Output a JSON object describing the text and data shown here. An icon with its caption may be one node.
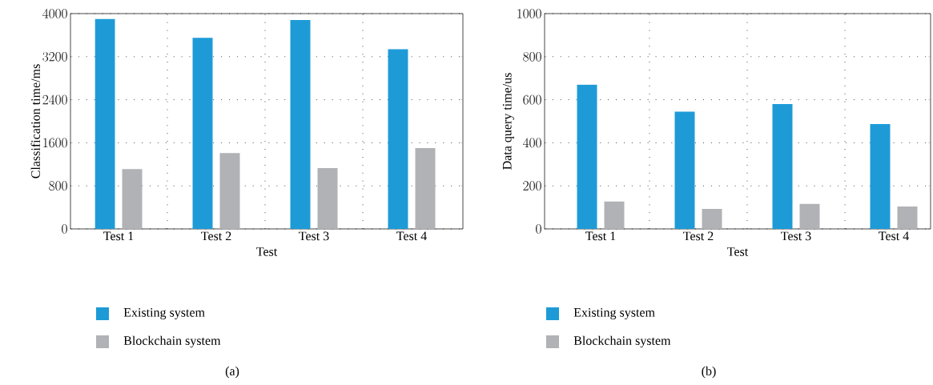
{
  "diagram": {
    "labels": [
      "(a)",
      "(b)"
    ],
    "legend": [
      {
        "text": "Existing system",
        "color": "#1e9bd7"
      },
      {
        "text": "Blockchain system",
        "color": "#b1b2b6"
      },
      {
        "text": "Existing system",
        "color": "#1e9bd7"
      },
      {
        "text": "Blockchain system",
        "color": "#b1b2b6"
      }
    ],
    "chart_data": [
      {
        "type": "bar",
        "xlabel": "Test",
        "ylabel": "Classification time/ms",
        "categories": [
          "Test 1",
          "Test 2",
          "Test 3",
          "Test 4"
        ],
        "series": [
          {
            "color": "#1e9bd7",
            "values": [
              3900,
              3550,
              3880,
              3340
            ]
          },
          {
            "color": "#b1b2b6",
            "values": [
              1110,
              1410,
              1130,
              1500
            ]
          }
        ],
        "ylim": [
          0,
          4000
        ],
        "yticks": [
          0,
          800,
          1600,
          2400,
          3200,
          4000
        ],
        "grid": true
      },
      {
        "type": "bar",
        "xlabel": "Test",
        "ylabel": "Data query time/us",
        "categories": [
          "Test 1",
          "Test 2",
          "Test 3",
          "Test 4"
        ],
        "series": [
          {
            "color": "#1e9bd7",
            "values": [
              670,
              545,
              580,
              487
            ]
          },
          {
            "color": "#b1b2b6",
            "values": [
              127,
              93,
              116,
              104
            ]
          }
        ],
        "ylim": [
          0,
          1000
        ],
        "yticks": [
          0,
          200,
          400,
          600,
          800,
          1000
        ],
        "grid": true
      }
    ]
  }
}
